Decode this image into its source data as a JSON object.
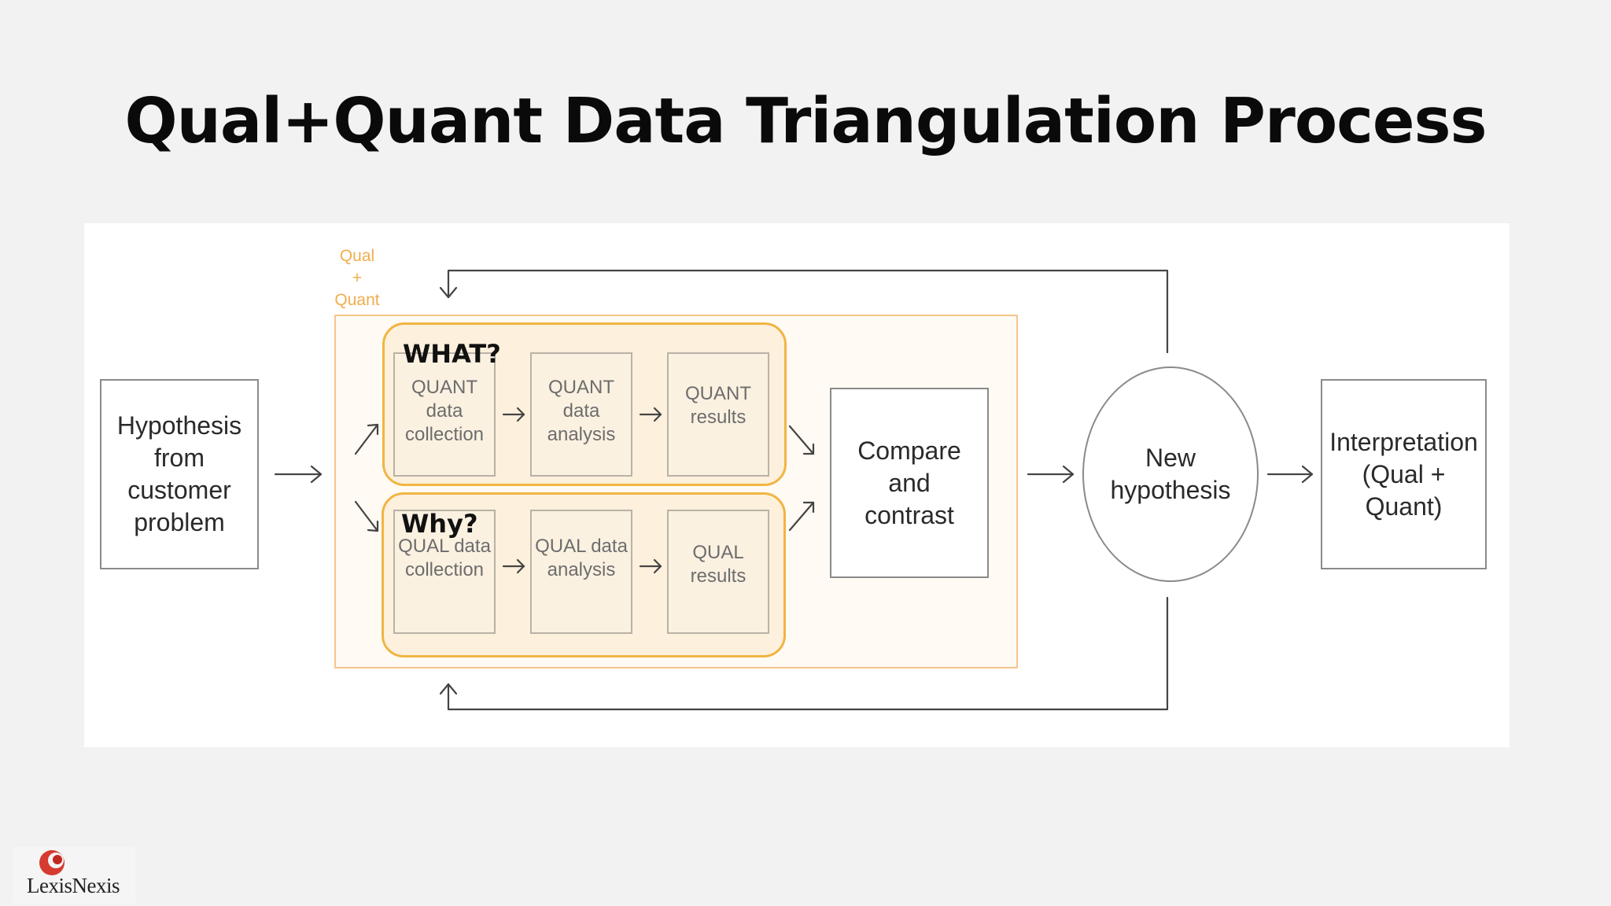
{
  "slide": {
    "title": "Qual+Quant Data Triangulation Process"
  },
  "diagram": {
    "qual_quant_label": "Qual\n+\nQuant",
    "hypothesis": "Hypothesis\nfrom\ncustomer\nproblem",
    "what_tag": "WHAT?",
    "why_tag": "Why?",
    "quant_collection": "QUANT\ndata\ncollection",
    "quant_analysis": "QUANT\ndata\nanalysis",
    "quant_results": "QUANT\nresults",
    "qual_collection": "QUAL data\ncollection",
    "qual_analysis": "QUAL data\nanalysis",
    "qual_results": "QUAL\nresults",
    "compare": "Compare\nand\ncontrast",
    "new_hypothesis": "New\nhypothesis",
    "interpretation": "Interpretation\n(Qual + Quant)",
    "colors": {
      "outer_frame": "#f6c68a",
      "group_border": "#f0b543",
      "label_orange": "#f2ad4d",
      "box_border": "#8a8a8a"
    }
  },
  "logo": {
    "name": "LexisNexis"
  }
}
